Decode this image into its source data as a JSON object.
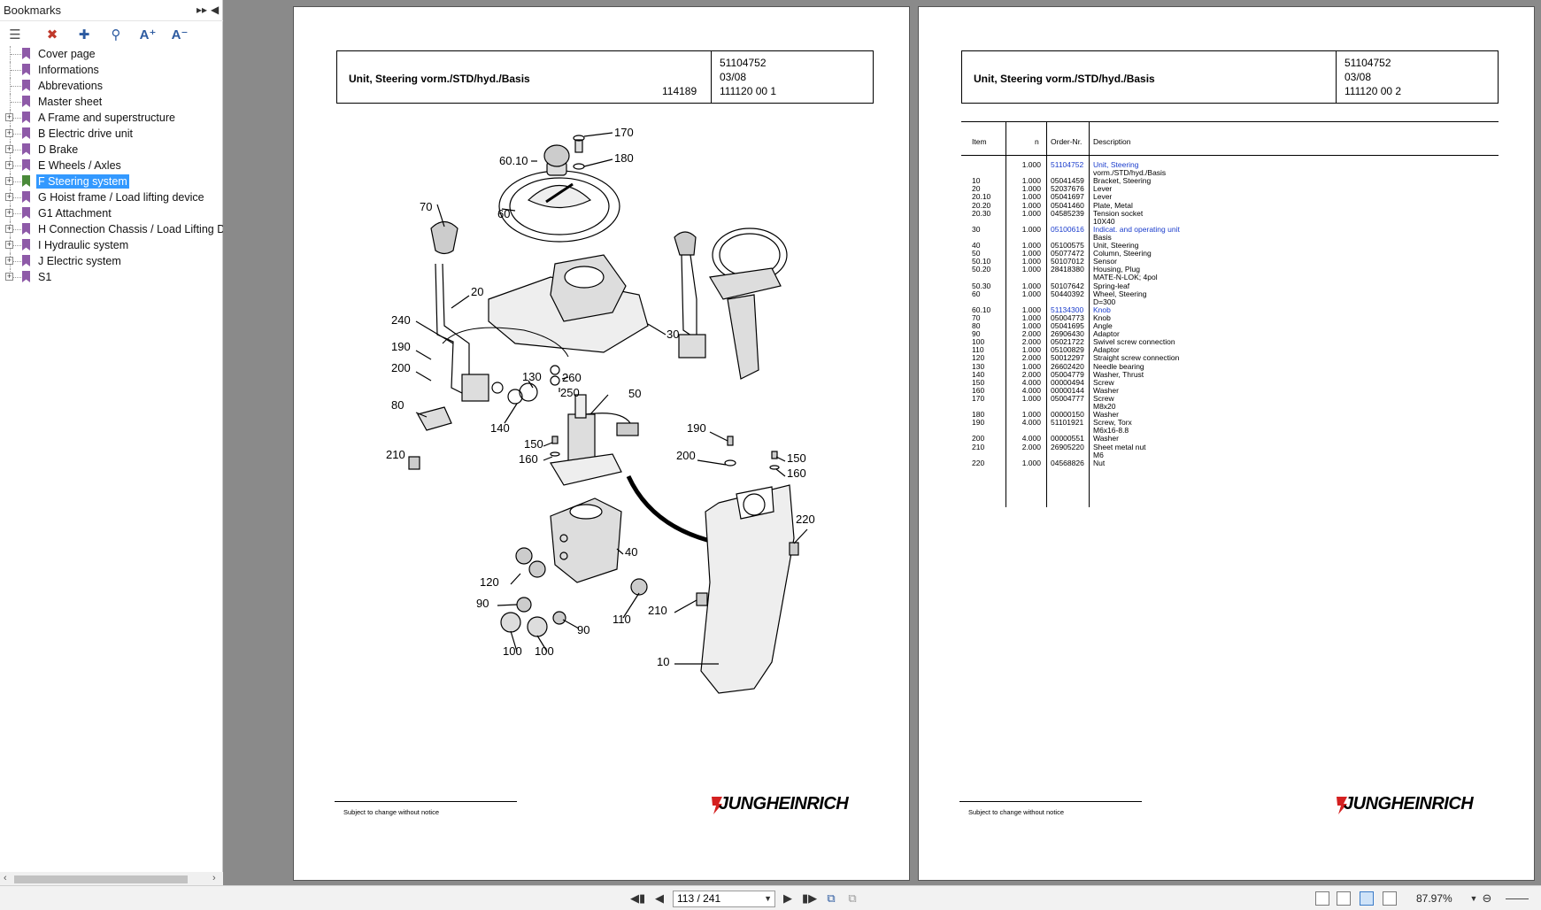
{
  "sidebar": {
    "title": "Bookmarks",
    "items": [
      {
        "label": "Cover page",
        "expandable": false
      },
      {
        "label": "Informations",
        "expandable": false
      },
      {
        "label": "Abbrevations",
        "expandable": false
      },
      {
        "label": "Master sheet",
        "expandable": false
      },
      {
        "label": "A Frame and superstructure",
        "expandable": true
      },
      {
        "label": "B Electric drive unit",
        "expandable": true
      },
      {
        "label": "D Brake",
        "expandable": true
      },
      {
        "label": "E Wheels / Axles",
        "expandable": true
      },
      {
        "label": "F Steering system",
        "expandable": true,
        "selected": true
      },
      {
        "label": "G Hoist frame / Load lifting device",
        "expandable": true
      },
      {
        "label": "G1 Attachment",
        "expandable": true
      },
      {
        "label": "H Connection Chassis / Load Lifting De",
        "expandable": true
      },
      {
        "label": "I Hydraulic system",
        "expandable": true
      },
      {
        "label": "J Electric system",
        "expandable": true
      },
      {
        "label": "S1",
        "expandable": true
      }
    ]
  },
  "left_page": {
    "title": "Unit, Steering vorm./STD/hyd./Basis",
    "drawing_no": "114189",
    "order_no": "51104752",
    "date": "03/08",
    "sheet": "111120 00 1",
    "footer": "Subject to change without notice",
    "brand": "JUNGHEINRICH",
    "callouts": [
      "170",
      "180",
      "60.10",
      "60",
      "70",
      "20",
      "30",
      "240",
      "190",
      "200",
      "130",
      "260",
      "250",
      "50",
      "140",
      "80",
      "150",
      "160",
      "210",
      "190",
      "200",
      "150",
      "160",
      "220",
      "40",
      "120",
      "90",
      "90",
      "110",
      "210",
      "100",
      "100",
      "10"
    ]
  },
  "right_page": {
    "title": "Unit, Steering vorm./STD/hyd./Basis",
    "order_no": "51104752",
    "date": "03/08",
    "sheet": "111120 00 2",
    "footer": "Subject to change without notice",
    "brand": "JUNGHEINRICH",
    "table_headers": {
      "item": "Item",
      "n": "n",
      "order": "Order-Nr.",
      "desc": "Description"
    },
    "rows": [
      {
        "item": "",
        "n": "1.000",
        "order": "51104752",
        "desc": "Unit, Steering",
        "link": true
      },
      {
        "item": "",
        "n": "",
        "order": "",
        "desc": "vorm./STD/hyd./Basis"
      },
      {
        "item": "10",
        "n": "1.000",
        "order": "05041459",
        "desc": "Bracket, Steering"
      },
      {
        "item": "20",
        "n": "1.000",
        "order": "52037676",
        "desc": "Lever"
      },
      {
        "item": "20.10",
        "n": "1.000",
        "order": "05041697",
        "desc": "Lever"
      },
      {
        "item": "20.20",
        "n": "1.000",
        "order": "05041460",
        "desc": "Plate, Metal"
      },
      {
        "item": "20.30",
        "n": "1.000",
        "order": "04585239",
        "desc": "Tension socket"
      },
      {
        "item": "",
        "n": "",
        "order": "",
        "desc": "10X40"
      },
      {
        "item": "30",
        "n": "1.000",
        "order": "05100616",
        "desc": "Indicat. and operating unit",
        "link": true
      },
      {
        "item": "",
        "n": "",
        "order": "",
        "desc": "Basis"
      },
      {
        "item": "40",
        "n": "1.000",
        "order": "05100575",
        "desc": "Unit, Steering"
      },
      {
        "item": "50",
        "n": "1.000",
        "order": "05077472",
        "desc": "Column, Steering"
      },
      {
        "item": "50.10",
        "n": "1.000",
        "order": "50107012",
        "desc": "Sensor"
      },
      {
        "item": "50.20",
        "n": "1.000",
        "order": "28418380",
        "desc": "Housing, Plug"
      },
      {
        "item": "",
        "n": "",
        "order": "",
        "desc": "MATE-N-LOK; 4pol"
      },
      {
        "item": "50.30",
        "n": "1.000",
        "order": "50107642",
        "desc": "Spring-leaf"
      },
      {
        "item": "60",
        "n": "1.000",
        "order": "50440392",
        "desc": "Wheel, Steering"
      },
      {
        "item": "",
        "n": "",
        "order": "",
        "desc": "D=300"
      },
      {
        "item": "60.10",
        "n": "1.000",
        "order": "51134300",
        "desc": "Knob",
        "link": true
      },
      {
        "item": "70",
        "n": "1.000",
        "order": "05004773",
        "desc": "Knob"
      },
      {
        "item": "80",
        "n": "1.000",
        "order": "05041695",
        "desc": "Angle"
      },
      {
        "item": "90",
        "n": "2.000",
        "order": "26906430",
        "desc": "Adaptor"
      },
      {
        "item": "100",
        "n": "2.000",
        "order": "05021722",
        "desc": "Swivel screw connection"
      },
      {
        "item": "110",
        "n": "1.000",
        "order": "05100829",
        "desc": "Adaptor"
      },
      {
        "item": "120",
        "n": "2.000",
        "order": "50012297",
        "desc": "Straight screw connection"
      },
      {
        "item": "130",
        "n": "1.000",
        "order": "26602420",
        "desc": "Needle bearing"
      },
      {
        "item": "140",
        "n": "2.000",
        "order": "05004779",
        "desc": "Washer, Thrust"
      },
      {
        "item": "150",
        "n": "4.000",
        "order": "00000494",
        "desc": "Screw"
      },
      {
        "item": "160",
        "n": "4.000",
        "order": "00000144",
        "desc": "Washer"
      },
      {
        "item": "170",
        "n": "1.000",
        "order": "05004777",
        "desc": "Screw"
      },
      {
        "item": "",
        "n": "",
        "order": "",
        "desc": "M8x20"
      },
      {
        "item": "180",
        "n": "1.000",
        "order": "00000150",
        "desc": "Washer"
      },
      {
        "item": "190",
        "n": "4.000",
        "order": "51101921",
        "desc": "Screw, Torx"
      },
      {
        "item": "",
        "n": "",
        "order": "",
        "desc": "M6x16-8.8"
      },
      {
        "item": "200",
        "n": "4.000",
        "order": "00000551",
        "desc": "Washer"
      },
      {
        "item": "210",
        "n": "2.000",
        "order": "26905220",
        "desc": "Sheet metal nut"
      },
      {
        "item": "",
        "n": "",
        "order": "",
        "desc": "M6"
      },
      {
        "item": "220",
        "n": "1.000",
        "order": "04568826",
        "desc": "Nut"
      }
    ]
  },
  "toolbar": {
    "page_display": "113 / 241",
    "zoom": "87.97%"
  }
}
